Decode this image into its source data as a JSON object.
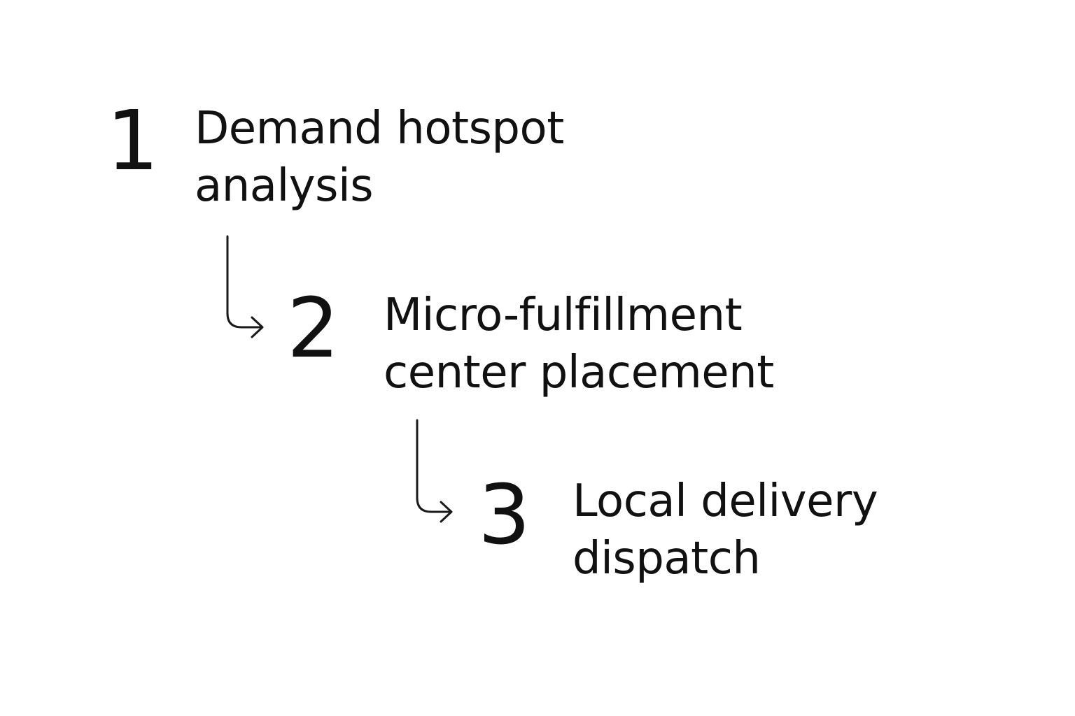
{
  "steps": [
    {
      "number": "1",
      "label_lines": [
        "Demand hotspot",
        "analysis"
      ]
    },
    {
      "number": "2",
      "label_lines": [
        "Micro-fulfillment",
        "center placement"
      ]
    },
    {
      "number": "3",
      "label_lines": [
        "Local delivery",
        "dispatch"
      ]
    }
  ],
  "connectors": [
    {
      "from": "1",
      "to": "2",
      "icon": "curved-arrow-down-right-icon"
    },
    {
      "from": "2",
      "to": "3",
      "icon": "curved-arrow-down-right-icon"
    }
  ],
  "colors": {
    "background": "#ffffff",
    "text": "#111111",
    "arrow": "#1a1a1a"
  }
}
